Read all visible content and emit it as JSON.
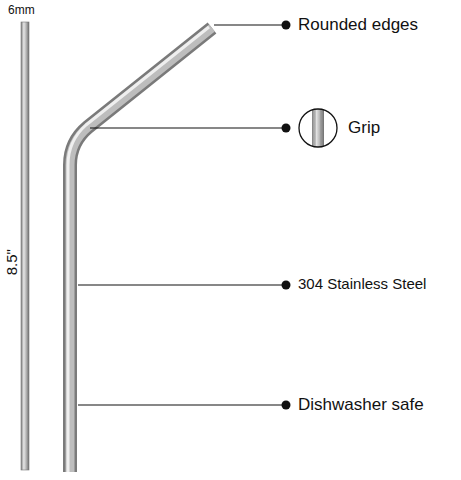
{
  "diagram": {
    "labels": [
      "6mm",
      "8.5\"",
      "Rounded edges",
      "Grip",
      "304 Stainless Steel",
      "Dishwasher safe"
    ]
  }
}
